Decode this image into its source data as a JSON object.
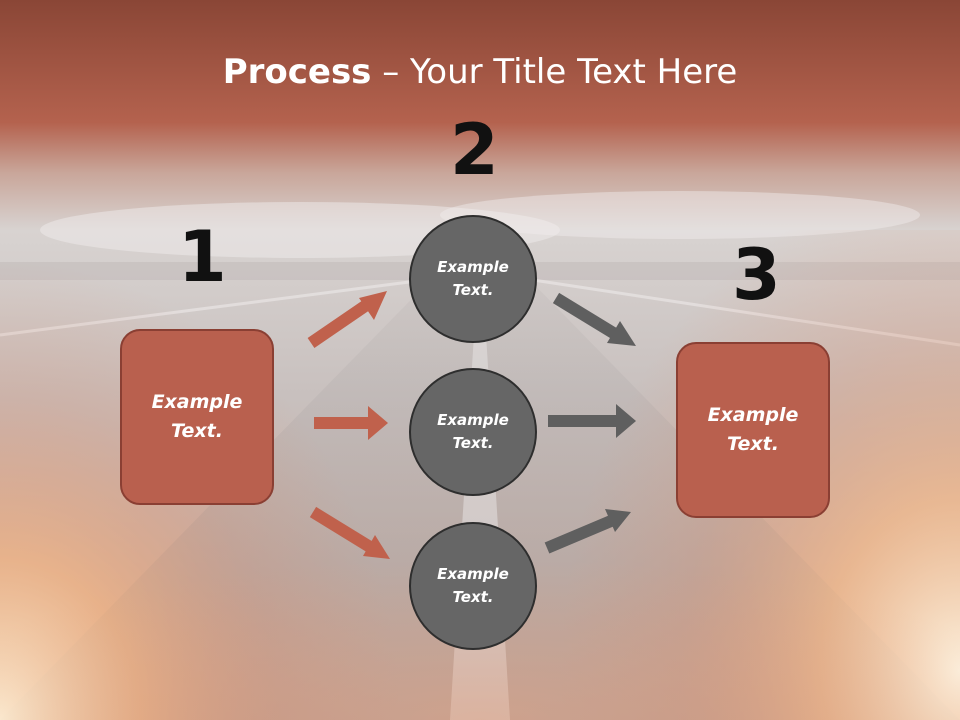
{
  "title": {
    "bold": "Process",
    "rest": " – Your Title Text Here"
  },
  "steps": {
    "n1": "1",
    "n2": "2",
    "n3": "3"
  },
  "left_box": {
    "text": "Example\nText."
  },
  "circles": [
    {
      "text": "Example\nText."
    },
    {
      "text": "Example\nText."
    },
    {
      "text": "Example\nText."
    }
  ],
  "right_box": {
    "text": "Example\nText."
  },
  "colors": {
    "accent": "#b9604e",
    "circle": "#666666",
    "arrow_red": "#c0614c",
    "arrow_gray": "#5f5f5f",
    "header": "#8f4a3a"
  }
}
